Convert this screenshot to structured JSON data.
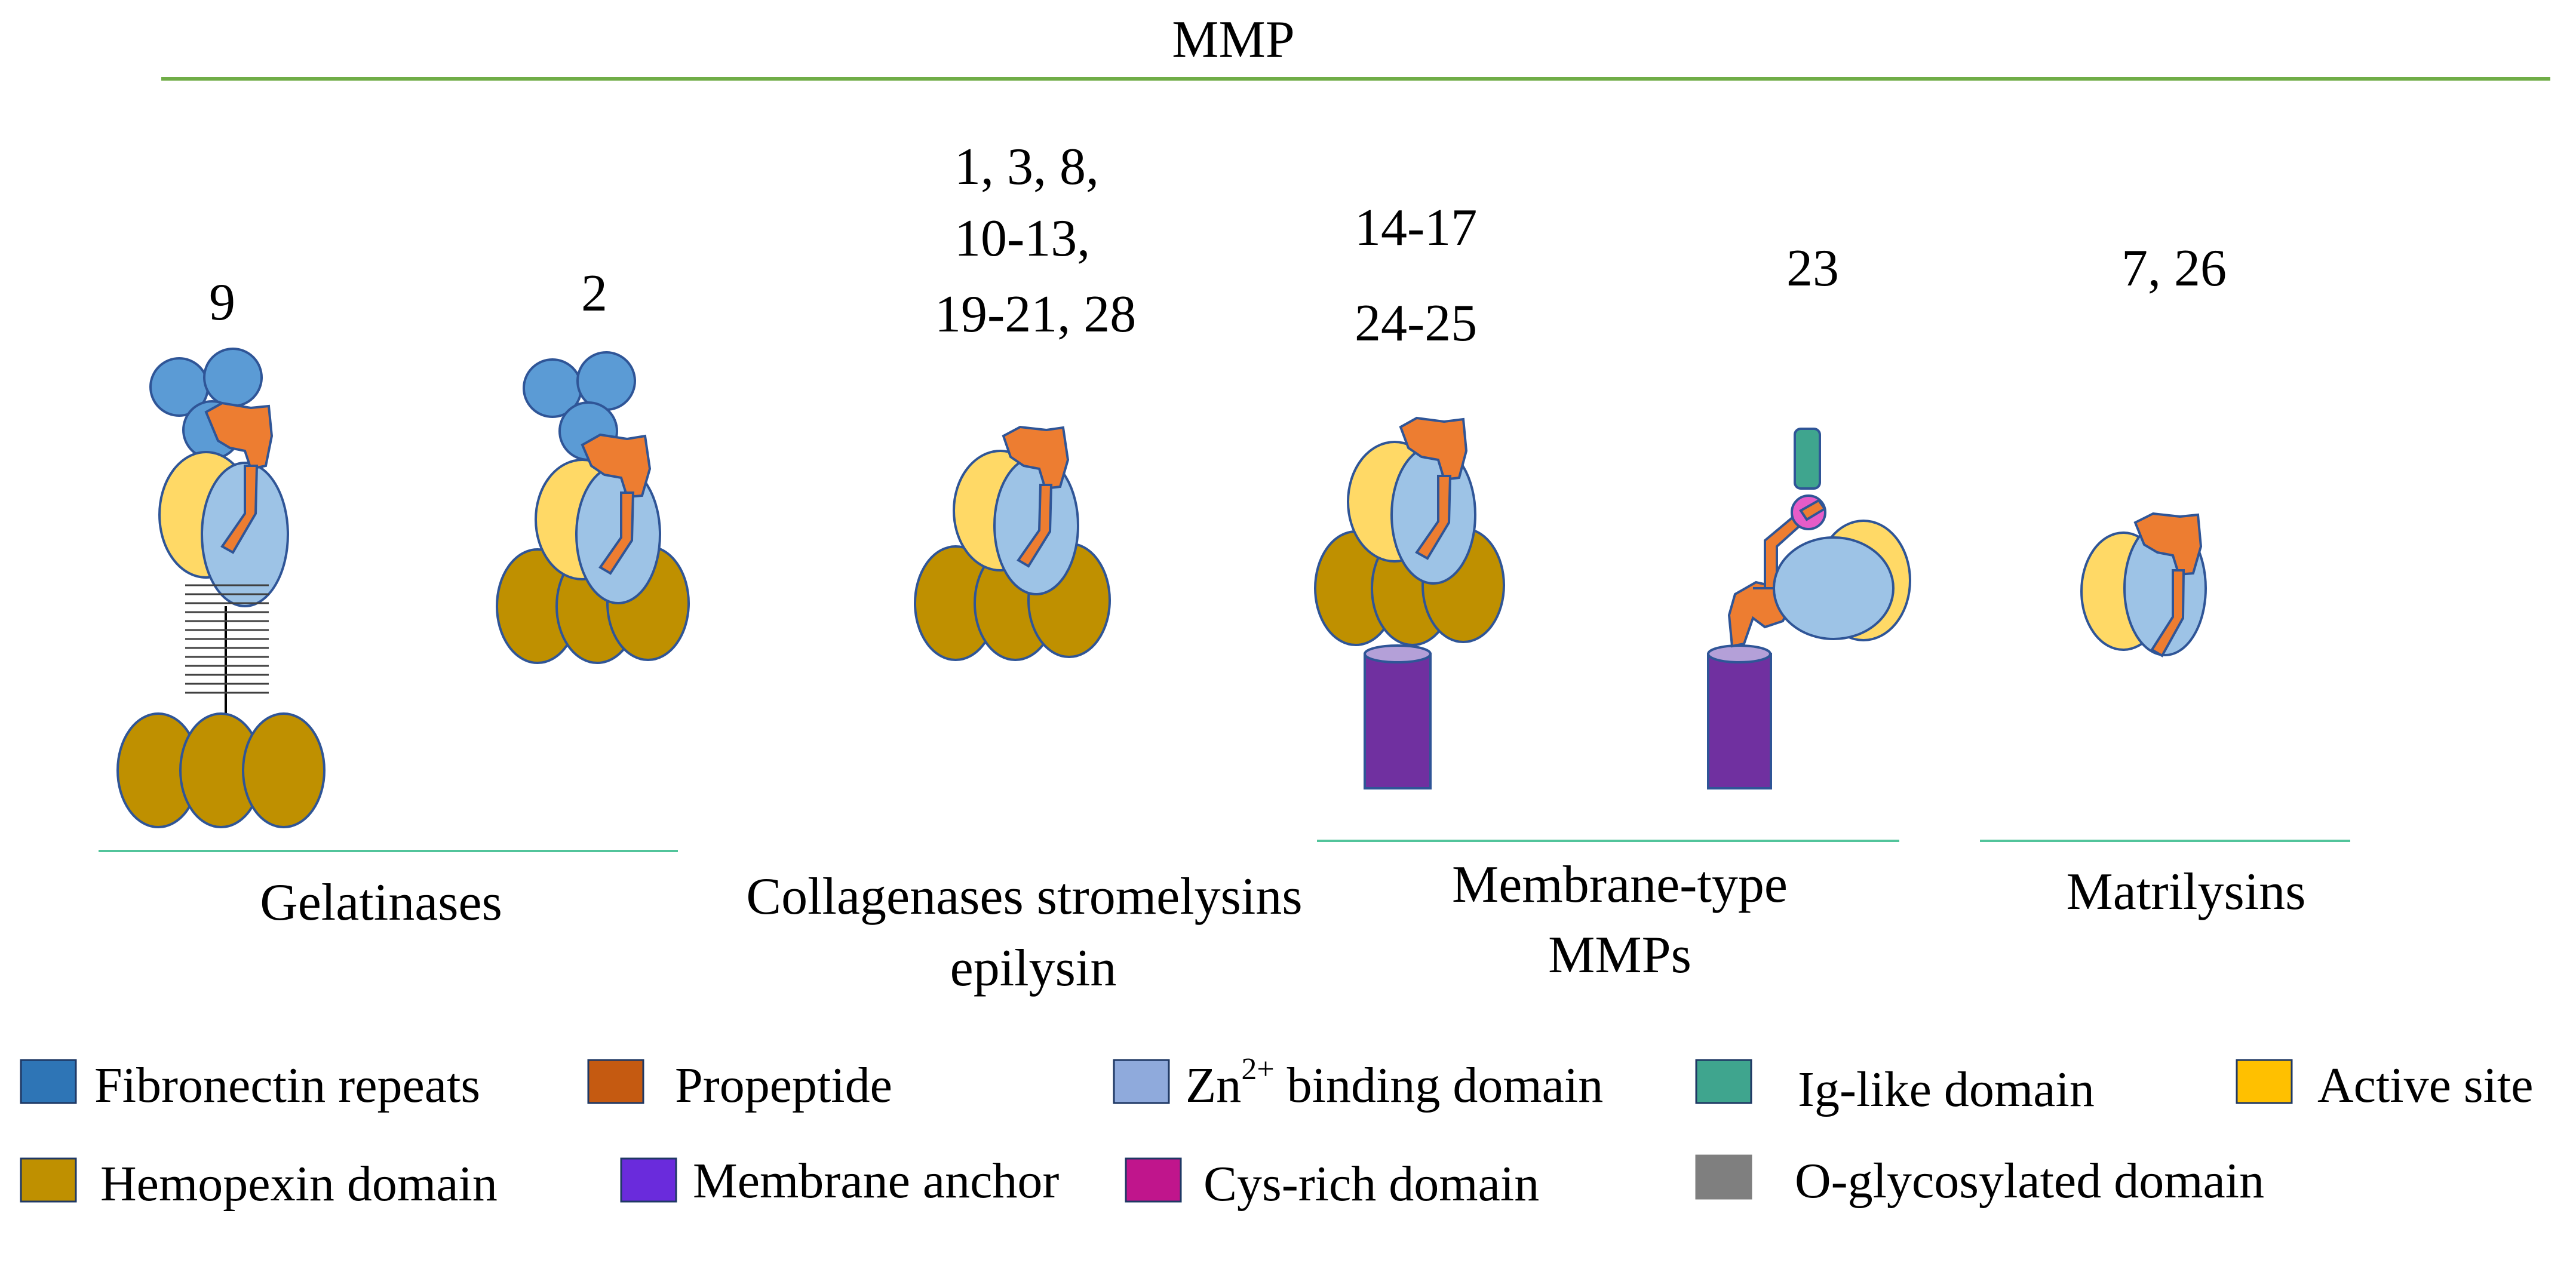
{
  "header": {
    "title": "MMP"
  },
  "groups": {
    "mmp9": {
      "label": "9"
    },
    "mmp2": {
      "label": "2"
    },
    "collagenases": {
      "label_lines": [
        "1, 3, 8,",
        "10-13,",
        "19-21, 28"
      ]
    },
    "mt_a": {
      "label_lines": [
        "14-17",
        "24-25"
      ]
    },
    "mt_b": {
      "label": "23"
    },
    "matrilysins": {
      "label": "7, 26"
    }
  },
  "categories": {
    "gelatinases": {
      "name": "Gelatinases"
    },
    "collagenases": {
      "name_lines": [
        "Collagenases stromelysins",
        "epilysin"
      ]
    },
    "membrane_type": {
      "name_lines": [
        "Membrane-type",
        "MMPs"
      ]
    },
    "matrilysins": {
      "name": "Matrilysins"
    }
  },
  "legend": {
    "items": [
      {
        "text": "Fibronectin repeats",
        "color": "#2E75B6"
      },
      {
        "text": "Propeptide",
        "color": "#C55A11"
      },
      {
        "text_prefix": "Zn",
        "superscript": "2+",
        "text_suffix": " binding domain",
        "color": "#8FAADC"
      },
      {
        "text": "Ig-like domain",
        "color": "#3FA58E"
      },
      {
        "text": "Active site",
        "color": "#FFC000"
      },
      {
        "text": "Hemopexin domain",
        "color": "#BF9000"
      },
      {
        "text": "Membrane anchor",
        "color": "#6A2BDC"
      },
      {
        "text": "Cys-rich domain",
        "color": "#C0158C"
      },
      {
        "text": "O-glycosylated domain",
        "color": "#7F7F7F"
      }
    ]
  },
  "colors": {
    "fibronectin": "#5B9BD5",
    "propeptide": "#ED7D31",
    "zn_domain": "#9DC3E6",
    "active_site": "#FFD966",
    "hemopexin": "#BF9000",
    "anchor": "#7030A0",
    "anchor_top": "#B4A0D8",
    "ig_like": "#3FA58E",
    "cys_rich": "#E65CC8",
    "outline": "#2F5597",
    "green_line": "#70AD47",
    "teal_line": "#52C49B"
  }
}
